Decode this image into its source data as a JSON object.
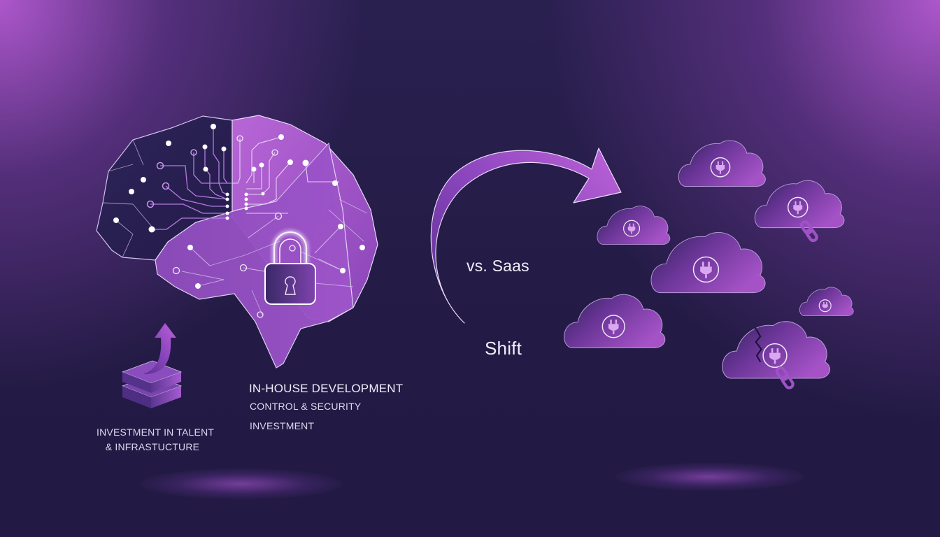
{
  "scene": {
    "background_colors": {
      "base": "#231b45",
      "corner_glow": "#b45ad2",
      "accent": "#a855d0"
    }
  },
  "left_panel": {
    "investment_label": {
      "line1": "INVESTMENT IN TALENT",
      "line2": "& INFRASTUCTURE"
    },
    "title": "IN-HOUSE DEVELOPMENT",
    "subtitle": "CONTROL & SECURITY",
    "detail": "INVESTMENT",
    "icons": [
      "brain-circuit-icon",
      "padlock-icon",
      "stacked-layers-up-arrow-icon"
    ]
  },
  "center": {
    "comparison_label": "vs. Saas",
    "shift_label": "Shift",
    "icons": [
      "curved-arrow-icon"
    ]
  },
  "right_panel": {
    "clouds": [
      {
        "id": "cloud-top",
        "icon": "plug-icon"
      },
      {
        "id": "cloud-upper-right",
        "icon": "plug-icon",
        "extra": "chain-link-icon"
      },
      {
        "id": "cloud-small-left",
        "icon": "plug-icon"
      },
      {
        "id": "cloud-center-large",
        "icon": "plug-icon"
      },
      {
        "id": "cloud-tiny-right",
        "icon": "plug-icon"
      },
      {
        "id": "cloud-lower-left",
        "icon": "plug-icon"
      },
      {
        "id": "cloud-cracked",
        "icon": "plug-icon",
        "extra": "chain-link-icon",
        "cracked": true
      }
    ]
  }
}
